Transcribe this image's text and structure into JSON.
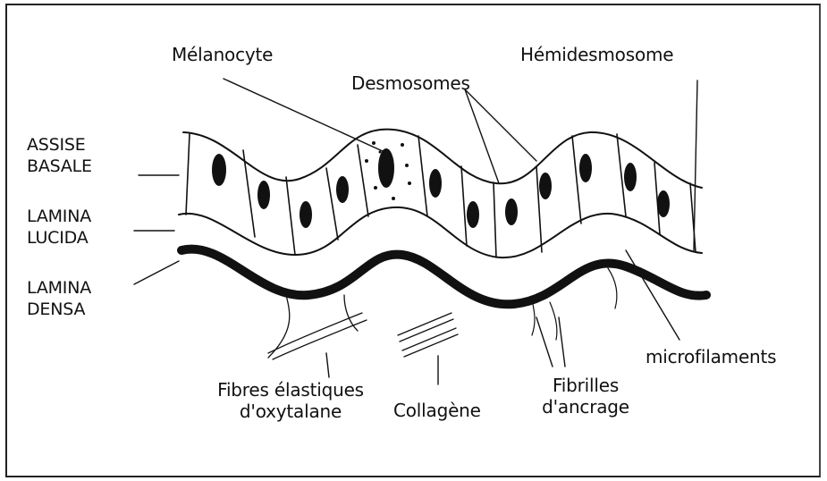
{
  "labels": {
    "melanocyte": "Mélanocyte",
    "desmosomes": "Desmosomes",
    "hemidesmosome": "Hémidesmosome",
    "assise_1": "ASSISE",
    "assise_2": "BASALE",
    "lucida_1": "LAMINA",
    "lucida_2": "LUCIDA",
    "densa_1": "LAMINA",
    "densa_2": "DENSA",
    "fibres_1": "Fibres élastiques",
    "fibres_2": "d'oxytalane",
    "collagene": "Collagène",
    "fibrilles_1": "Fibrilles",
    "fibrilles_2": "d'ancrage",
    "microfilaments": "microfilaments"
  },
  "colors": {
    "ink": "#111111",
    "paper": "#ffffff"
  }
}
